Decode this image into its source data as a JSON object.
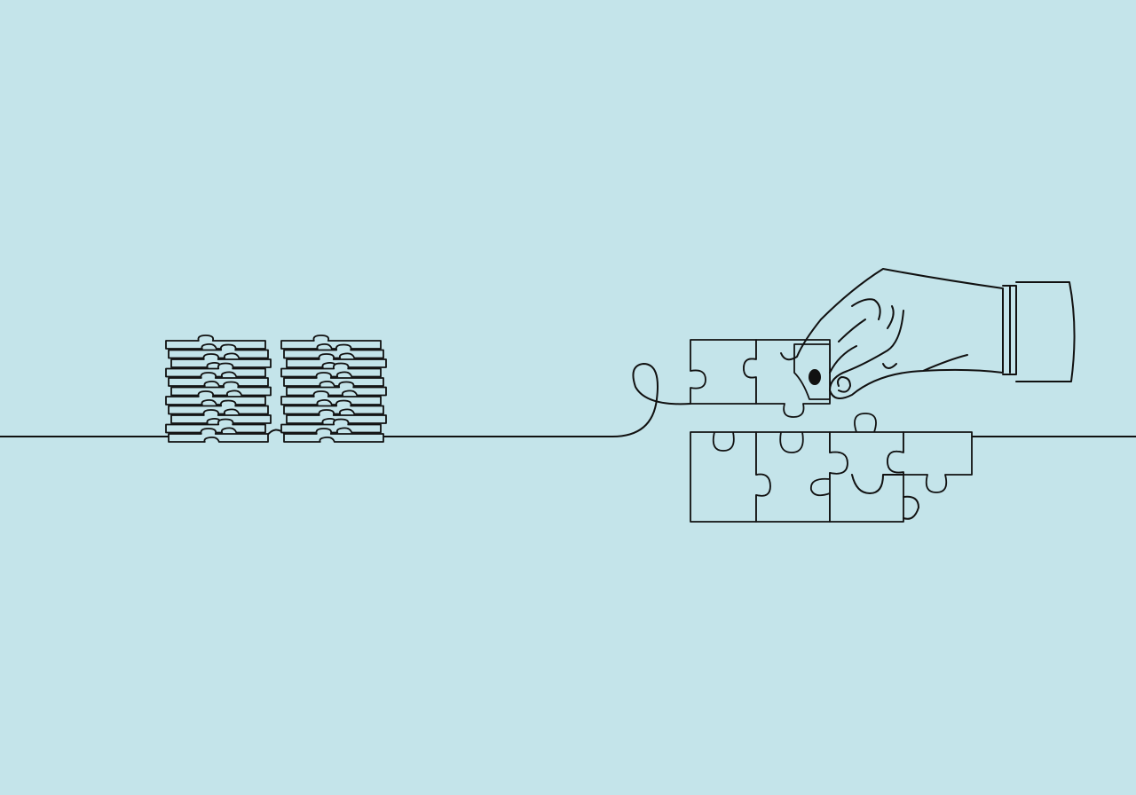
{
  "illustration": {
    "colors": {
      "background": "#c4e4ea",
      "line": "#111111"
    },
    "subjects": [
      "puzzle-piece-stack",
      "puzzle-piece-stack",
      "assembled-puzzle",
      "hand-placing-piece"
    ]
  }
}
